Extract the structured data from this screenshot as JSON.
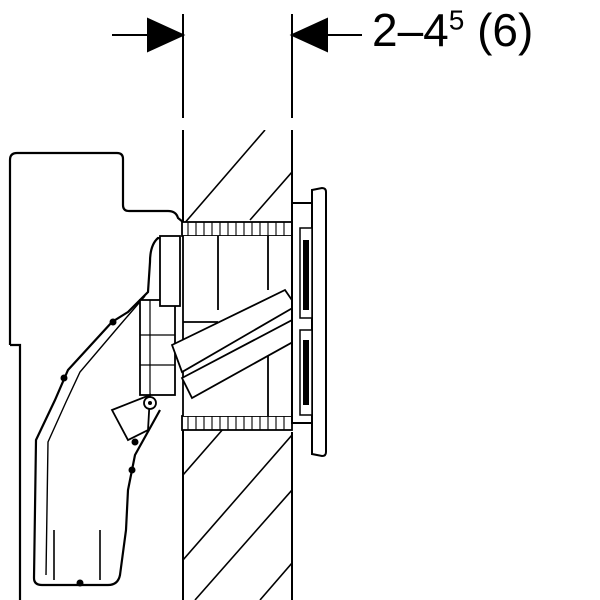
{
  "dimension": {
    "range": "2–4",
    "superscript": "5",
    "alternative": "(6)"
  },
  "colors": {
    "line": "#000000",
    "background": "#ffffff"
  }
}
